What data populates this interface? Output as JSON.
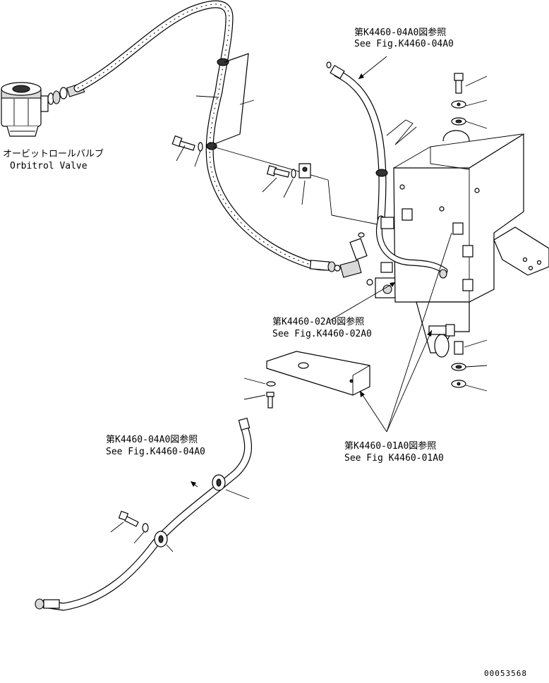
{
  "labels": {
    "orbitrol_jp": "オービットロールバルブ",
    "orbitrol_en": "Orbitrol Valve",
    "ref_04a0_top_jp": "第K4460-04A0図参照",
    "ref_04a0_top_en": "See Fig.K4460-04A0",
    "ref_02a0_jp": "第K4460-02A0図参照",
    "ref_02a0_en": "See Fig.K4460-02A0",
    "ref_01a0_jp": "第K4460-01A0図参照",
    "ref_01a0_en": "See Fig K4460-01A0",
    "ref_04a0_bottom_jp": "第K4460-04A0図参照",
    "ref_04a0_bottom_en": "See Fig.K4460-04A0",
    "drawing_number": "00053568"
  },
  "colors": {
    "line": "#000000",
    "background": "#ffffff",
    "shade": "#d9d9d9"
  }
}
